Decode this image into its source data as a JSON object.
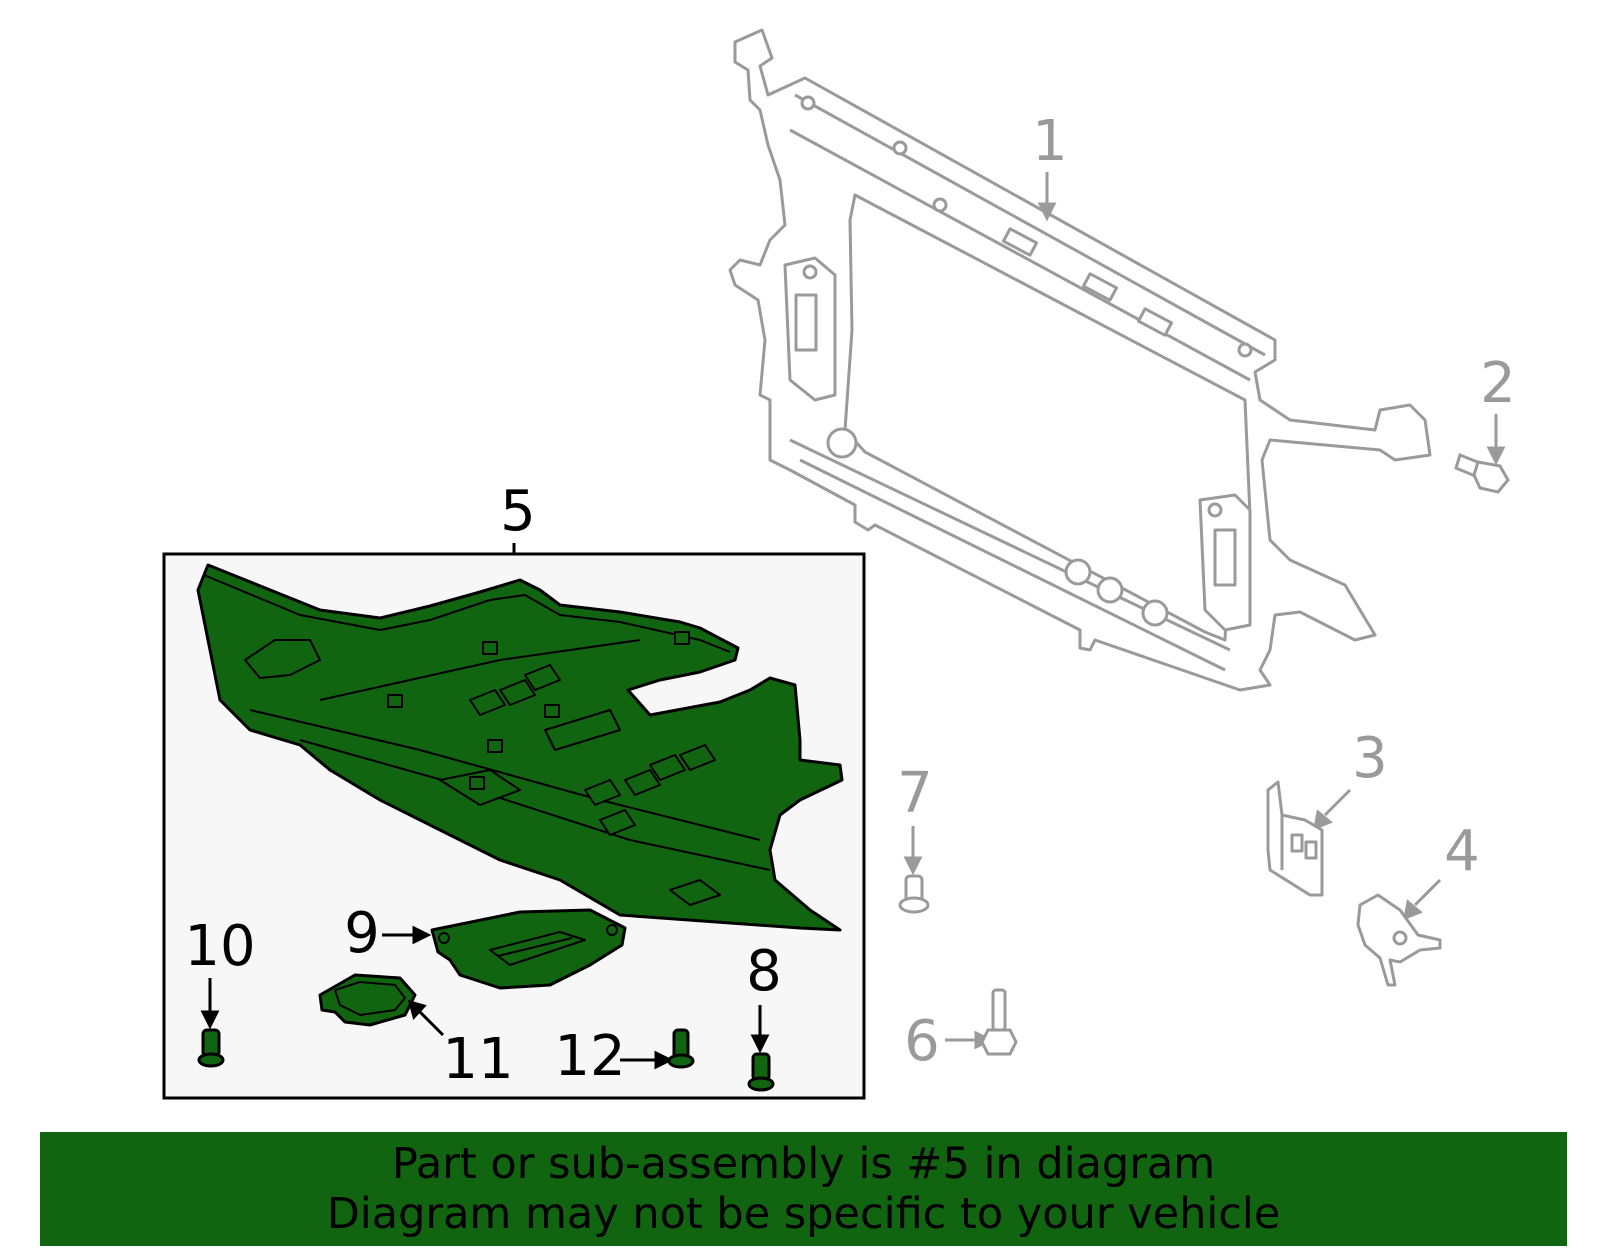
{
  "callouts": {
    "c1": "1",
    "c2": "2",
    "c3": "3",
    "c4": "4",
    "c5": "5",
    "c6": "6",
    "c7": "7",
    "c8": "8",
    "c9": "9",
    "c10": "10",
    "c11": "11",
    "c12": "12"
  },
  "banner": {
    "line1": "Part or sub-assembly is #5 in diagram",
    "line2": "Diagram may not be specific to your vehicle"
  },
  "colors": {
    "highlight": "#116410",
    "outline_grey": "#9a9a9a",
    "box_background": "#f7f7f7"
  }
}
